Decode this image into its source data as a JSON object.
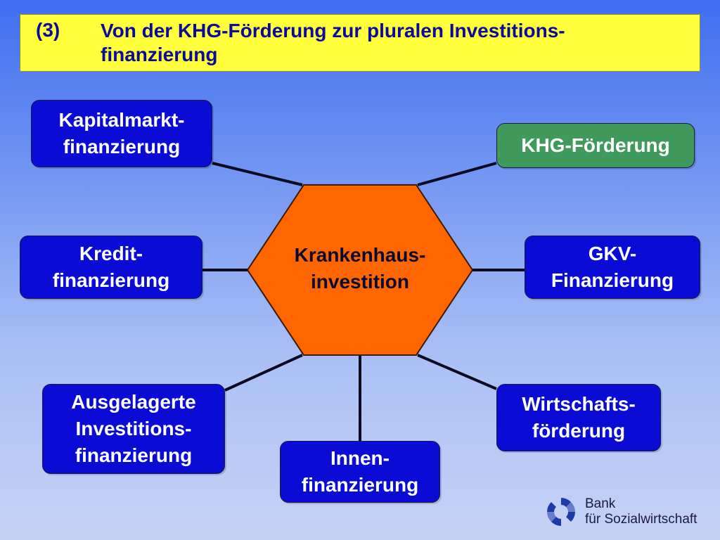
{
  "title": {
    "number": "(3)",
    "text": "Von der KHG-Förderung zur pluralen Investitions-\nfinanzierung"
  },
  "center": {
    "label": "Krankenhaus-\ninvestition"
  },
  "nodes": {
    "kapitalmarkt": "Kapitalmarkt-\nfinanzierung",
    "khg": "KHG-Förderung",
    "kredit": "Kredit-\nfinanzierung",
    "gkv": "GKV-\nFinanzierung",
    "ausgelagerte": "Ausgelagerte\nInvestitions-\nfinanzierung",
    "innen": "Innen-\nfinanzierung",
    "wirtschaft": "Wirtschafts-\nförderung"
  },
  "logo": {
    "text": "Bank\nfür Sozialwirtschaft"
  },
  "colors": {
    "title_bg": "#ffff3c",
    "title_text": "#0a0a9a",
    "node_blue": "#0b0bd6",
    "node_green": "#3f9a5c",
    "hexagon": "#ff6600",
    "connector": "#0a0a20",
    "logo": "#1e3aa8"
  }
}
